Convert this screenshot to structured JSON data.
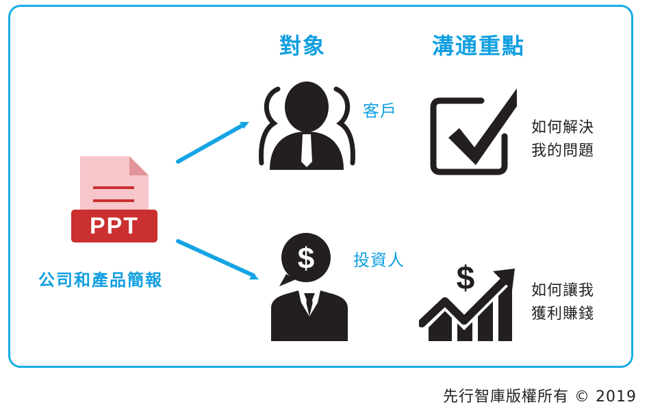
{
  "headings": {
    "audience": "對象",
    "focus": "溝通重點"
  },
  "source": {
    "icon": "ppt-file-icon",
    "badge": "PPT",
    "label": "公司和產品簡報"
  },
  "rows": [
    {
      "audience": "客戶",
      "audience_icon": "customer-group-icon",
      "focus_icon": "checkbox-check-icon",
      "focus_lines": [
        "如何解決",
        "我的問題"
      ]
    },
    {
      "audience": "投資人",
      "audience_icon": "investor-icon",
      "focus_icon": "money-growth-chart-icon",
      "focus_lines": [
        "如何讓我",
        "獲利賺錢"
      ]
    }
  ],
  "footer": "先行智庫版權所有 © 2019",
  "colors": {
    "frame": "#16ace6",
    "accent_text": "#109fe0",
    "icon": "#231f20",
    "ppt_red": "#c9302f",
    "ppt_page": "#f6c6cb",
    "ppt_fold": "#e29499"
  }
}
